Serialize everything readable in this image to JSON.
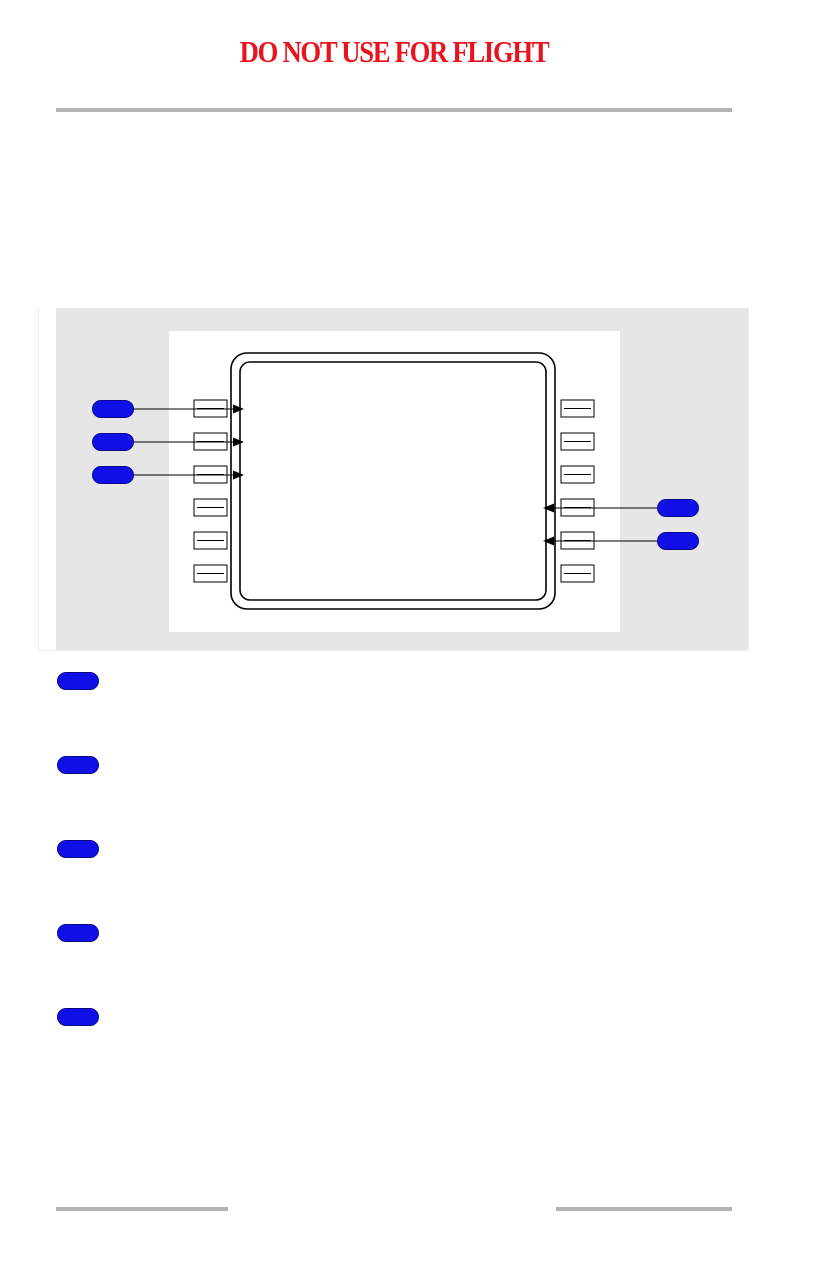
{
  "header": {
    "banner_text": "DO NOT USE FOR FLIGHT",
    "banner_color": "#e8141e"
  },
  "colors": {
    "rule": "#b3b3b3",
    "figure_background": "#e6e6e6",
    "callout": "#1010e6"
  },
  "diagram": {
    "left_keys_count": 6,
    "right_keys_count": 6,
    "left_callouts_count": 3,
    "right_callouts_count": 2
  },
  "legend": {
    "callouts_count": 5
  }
}
